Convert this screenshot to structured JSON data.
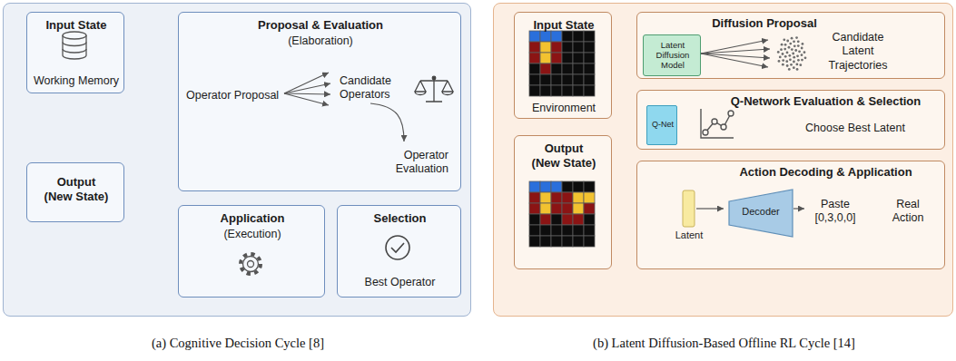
{
  "diagram": {
    "nodes": [
      {
        "text": [
          "(a) Cognitive Decision Cycle [8]"
        ]
      },
      {
        "text": [
          "Input State",
          "Working Memory"
        ],
        "in": 0
      },
      {
        "text": [
          "Proposal & Evaluation",
          "(Elaboration)",
          "Operator Proposal",
          "Candidate Operators",
          "Operator Evaluation"
        ],
        "in": 0
      },
      {
        "text": [
          "Output (New State)"
        ],
        "in": 0
      },
      {
        "text": [
          "Application",
          "(Execution)"
        ],
        "in": 0
      },
      {
        "text": [
          "Selection",
          "Best Operator"
        ],
        "in": 0
      },
      {
        "text": [
          "(b) Latent Diffusion-Based Offline RL Cycle [14]"
        ]
      },
      {
        "text": [
          "Input State",
          "Environment"
        ],
        "in": 6
      },
      {
        "text": [
          "Diffusion Proposal",
          "Candidate Latent Trajectories"
        ],
        "in": 6
      },
      {
        "text": [
          "Latent Diffusion Model"
        ],
        "in": 8
      },
      {
        "text": [
          "Q-Network Evaluation & Selection",
          "Choose Best Latent"
        ],
        "in": 6
      },
      {
        "text": [
          "Q-Net"
        ],
        "in": 10
      },
      {
        "text": [
          "Output (New State)"
        ],
        "in": 6
      },
      {
        "text": [
          "Action Decoding & Application",
          "Paste [0,3,0,0]",
          "Real Action"
        ],
        "in": 6
      },
      {
        "text": [
          "Decoder"
        ],
        "in": 13
      }
    ],
    "edges": [
      {
        "from": 1,
        "to": 2,
        "arrow": "to"
      },
      {
        "from": 2,
        "to": 5,
        "arrow": "to"
      },
      {
        "from": 5,
        "to": 4,
        "arrow": "to"
      },
      {
        "from": 4,
        "to": 3,
        "arrow": "to"
      },
      {
        "from": 3,
        "to": 1,
        "arrow": "to"
      },
      {
        "from": 7,
        "to": 8,
        "arrow": "to"
      },
      {
        "from": 8,
        "to": 10,
        "arrow": "to"
      },
      {
        "from": 10,
        "to": 13,
        "arrow": "to"
      },
      {
        "from": 13,
        "to": 12,
        "arrow": "to"
      },
      {
        "from": 12,
        "to": 7,
        "arrow": "to"
      }
    ],
    "labels": [
      "Latent"
    ]
  }
}
